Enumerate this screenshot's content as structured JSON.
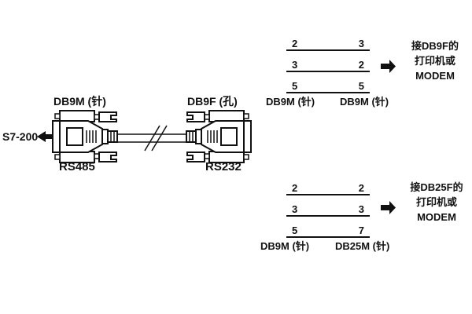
{
  "device_label": "S7-200",
  "colors": {
    "ink": "#111111",
    "background": "#ffffff"
  },
  "icons": {
    "left_arrow": "solid left-pointing arrow",
    "right_arrow": "solid right-pointing arrow",
    "cable_break": "double slash cable-break marks"
  },
  "connectors": {
    "left": {
      "top_label": "DB9M (针)",
      "bottom_label": "RS485"
    },
    "right": {
      "top_label": "DB9F (孔)",
      "bottom_label": "RS232"
    }
  },
  "pin_maps": [
    {
      "rows": [
        {
          "left": "2",
          "right": "3"
        },
        {
          "left": "3",
          "right": "2"
        },
        {
          "left": "5",
          "right": "5"
        }
      ],
      "left_label": "DB9M (针)",
      "right_label": "DB9M (针)",
      "note_lines": [
        "接DB9F的",
        "打印机或",
        "MODEM"
      ]
    },
    {
      "rows": [
        {
          "left": "2",
          "right": "2"
        },
        {
          "left": "3",
          "right": "3"
        },
        {
          "left": "5",
          "right": "7"
        }
      ],
      "left_label": "DB9M (针)",
      "right_label": "DB25M (针)",
      "note_lines": [
        "接DB25F的",
        "打印机或",
        "MODEM"
      ]
    }
  ]
}
